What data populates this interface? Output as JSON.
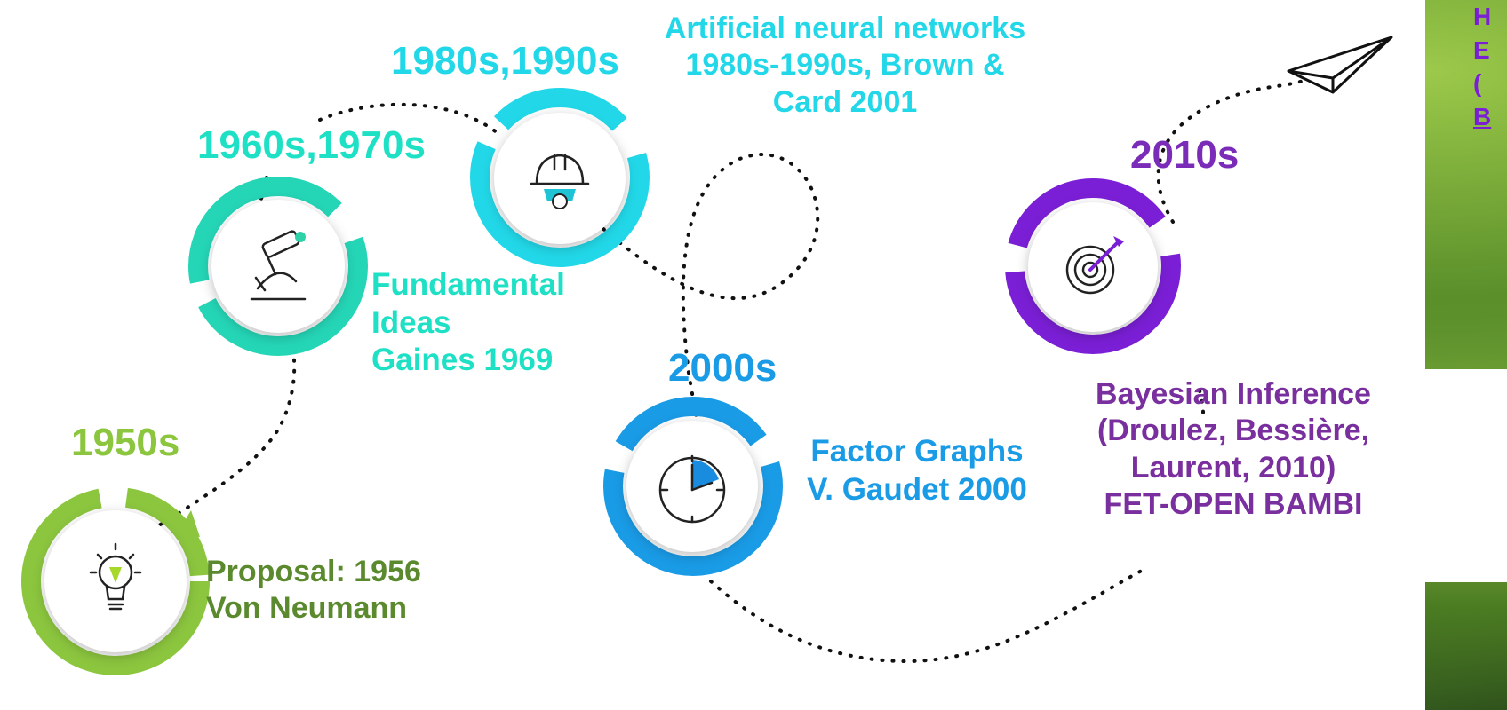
{
  "decades": {
    "d1950": "1950s",
    "d1960": "1960s,1970s",
    "d1980": "1980s,1990s",
    "d2000": "2000s",
    "d2010": "2010s"
  },
  "events": {
    "e1950_line1": "Proposal: 1956",
    "e1950_line2": "Von Neumann",
    "e1960_line1": "Fundamental",
    "e1960_line2": "Ideas",
    "e1960_line3": "Gaines 1969",
    "e1980_line1": "Artificial neural networks",
    "e1980_line2": "1980s-1990s, Brown &",
    "e1980_line3": "Card 2001",
    "e2000_line1": "Factor Graphs",
    "e2000_line2": "V. Gaudet 2000",
    "e2010_line1": "Bayesian Inference",
    "e2010_line2": "(Droulez, Bessière,",
    "e2010_line3": "Laurent, 2010)",
    "e2010_line4": "FET-OPEN BAMBI"
  },
  "partial_text": {
    "l1": "H",
    "l2": "E",
    "l3": "(",
    "l4": "B"
  },
  "icons": {
    "n1950": "lightbulb-icon",
    "n1960": "microscope-icon",
    "n1980": "hardhat-gear-icon",
    "n2000": "clock-icon",
    "n2010": "target-arrow-icon",
    "end": "paper-plane-icon"
  },
  "colors": {
    "green": "#8cc63f",
    "teal": "#1ee0c4",
    "cyan": "#22d8e8",
    "blue": "#1a9be6",
    "purple": "#7b1fd6"
  }
}
